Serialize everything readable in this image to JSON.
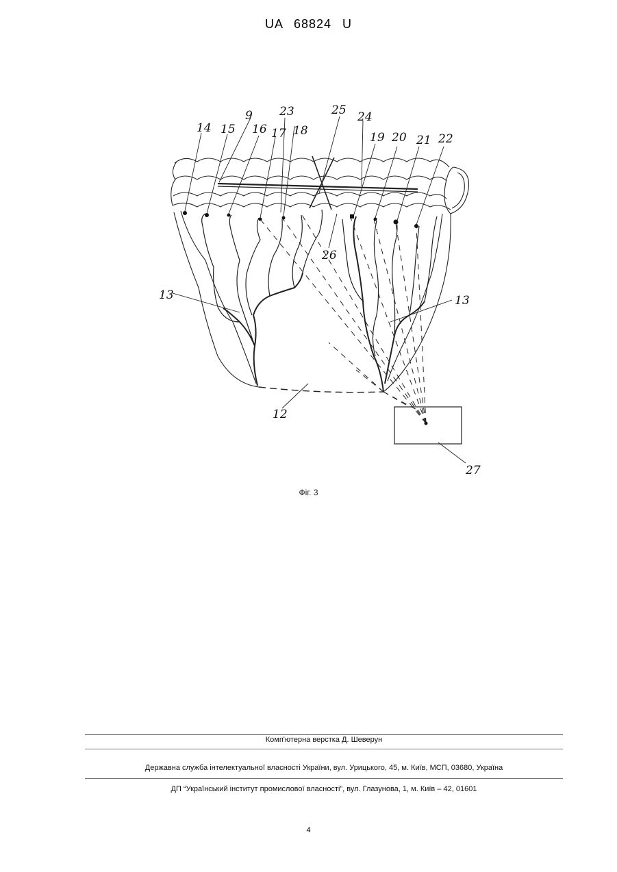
{
  "header": {
    "doc_id": "UA   68824   U"
  },
  "figure": {
    "caption": "Фіг. 3",
    "labels": {
      "l14": "14",
      "l15": "15",
      "l9": "9",
      "l16": "16",
      "l17": "17",
      "l23": "23",
      "l18": "18",
      "l25": "25",
      "l24": "24",
      "l19": "19",
      "l20": "20",
      "l21": "21",
      "l22": "22",
      "l13a": "13",
      "l13b": "13",
      "l26": "26",
      "l12": "12",
      "l27": "27"
    }
  },
  "footer": {
    "layout_credit": "Комп'ютерна верстка Д. Шеверун",
    "agency": "Державна служба інтелектуальної власності України, вул. Урицького, 45, м. Київ, МСП, 03680, Україна",
    "institute": "ДП “Український інститут промислової власності”, вул. Глазунова, 1, м. Київ – 42, 01601"
  },
  "page_number": "4"
}
